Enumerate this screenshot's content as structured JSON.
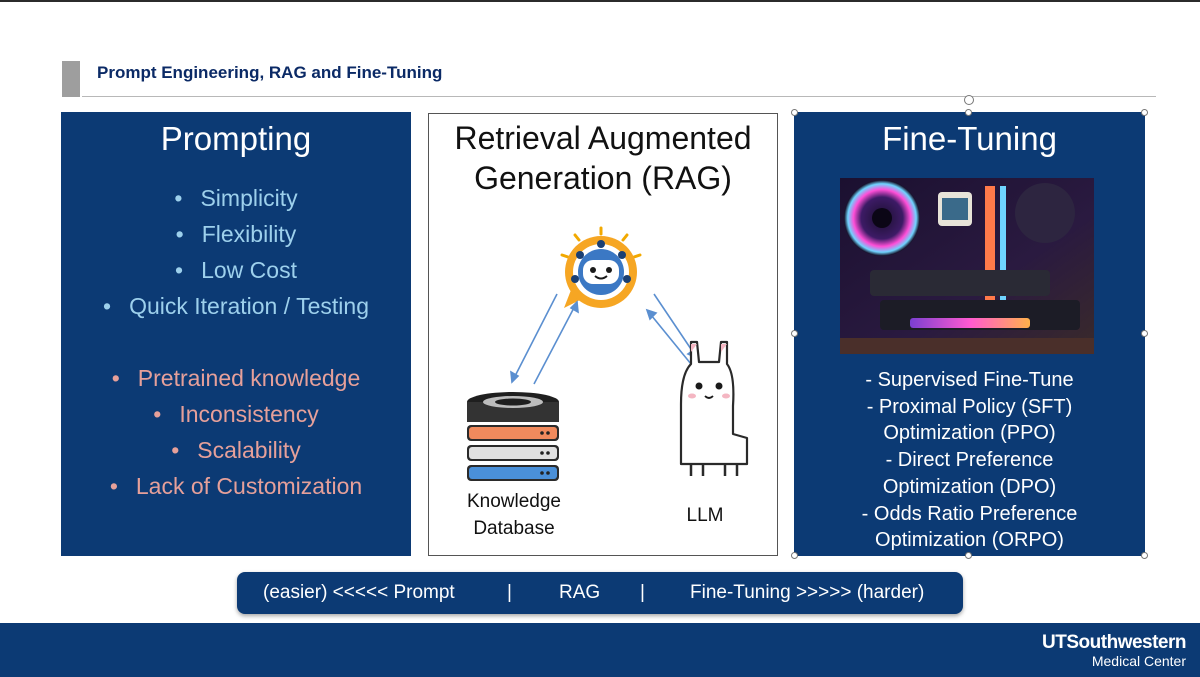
{
  "slide": {
    "title": "Prompt Engineering, RAG and Fine-Tuning"
  },
  "prompting": {
    "heading": "Prompting",
    "bullet_symbol": "•",
    "pros": [
      "Simplicity",
      "Flexibility",
      "Low Cost",
      "Quick Iteration / Testing"
    ],
    "cons": [
      "Pretrained knowledge",
      "Inconsistency",
      "Scalability",
      "Lack of Customization"
    ]
  },
  "rag": {
    "heading_line1": "Retrieval Augmented",
    "heading_line2": "Generation (RAG)",
    "database_label_line1": "Knowledge",
    "database_label_line2": "Database",
    "llm_label": "LLM"
  },
  "fine_tuning": {
    "heading": "Fine-Tuning",
    "methods": [
      "- Supervised Fine-Tune",
      "- Proximal Policy (SFT)",
      "Optimization (PPO)",
      "- Direct Preference",
      "Optimization (DPO)",
      "- Odds Ratio Preference",
      "Optimization (ORPO)"
    ]
  },
  "scale_bar": {
    "left": "(easier) <<<<< Prompt",
    "sep1": "|",
    "middle": "RAG",
    "sep2": "|",
    "right": "Fine-Tuning >>>>> (harder)"
  },
  "footer": {
    "logo_line1": "UTSouthwestern",
    "logo_line2": "Medical Center"
  },
  "colors": {
    "navy": "#0c3a74",
    "pros_text": "#9dd0ec",
    "cons_text": "#e6a09a",
    "title_text": "#0b2a66"
  }
}
